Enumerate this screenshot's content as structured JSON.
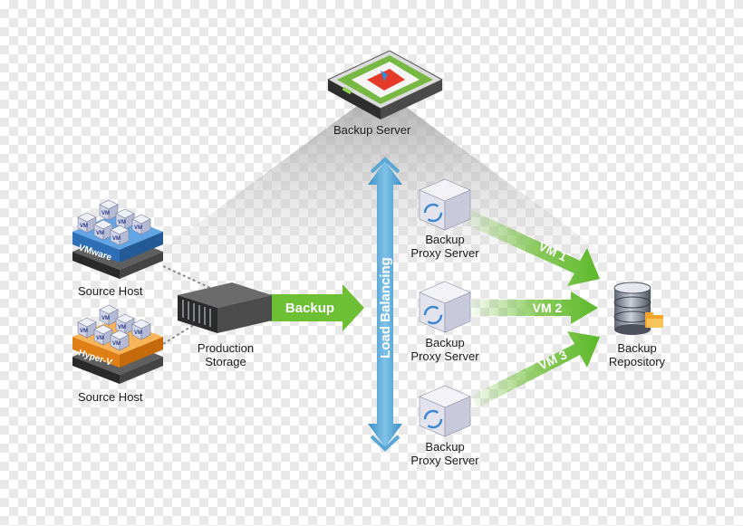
{
  "backup_server": {
    "label": "Backup Server"
  },
  "source_hosts": [
    {
      "platform": "VMware",
      "label": "Source Host",
      "vm_badge": "VM"
    },
    {
      "platform": "Hyper-V",
      "label": "Source Host",
      "vm_badge": "VM"
    }
  ],
  "production_storage": {
    "line1": "Production",
    "line2": "Storage"
  },
  "backup_arrow": {
    "label": "Backup"
  },
  "load_balancing": {
    "label": "Load Balancing"
  },
  "proxies": [
    {
      "line1": "Backup",
      "line2": "Proxy Server"
    },
    {
      "line1": "Backup",
      "line2": "Proxy Server"
    },
    {
      "line1": "Backup",
      "line2": "Proxy Server"
    }
  ],
  "vm_arrows": [
    {
      "label": "VM 1"
    },
    {
      "label": "VM 2"
    },
    {
      "label": "VM 3"
    }
  ],
  "repository": {
    "line1": "Backup",
    "line2": "Repository"
  },
  "colors": {
    "vmware_blue": "#3f86d0",
    "hyperv_orange": "#f0952a",
    "arrow_green": "#6dbf34",
    "load_balancing_blue": "#5aa7d6"
  }
}
